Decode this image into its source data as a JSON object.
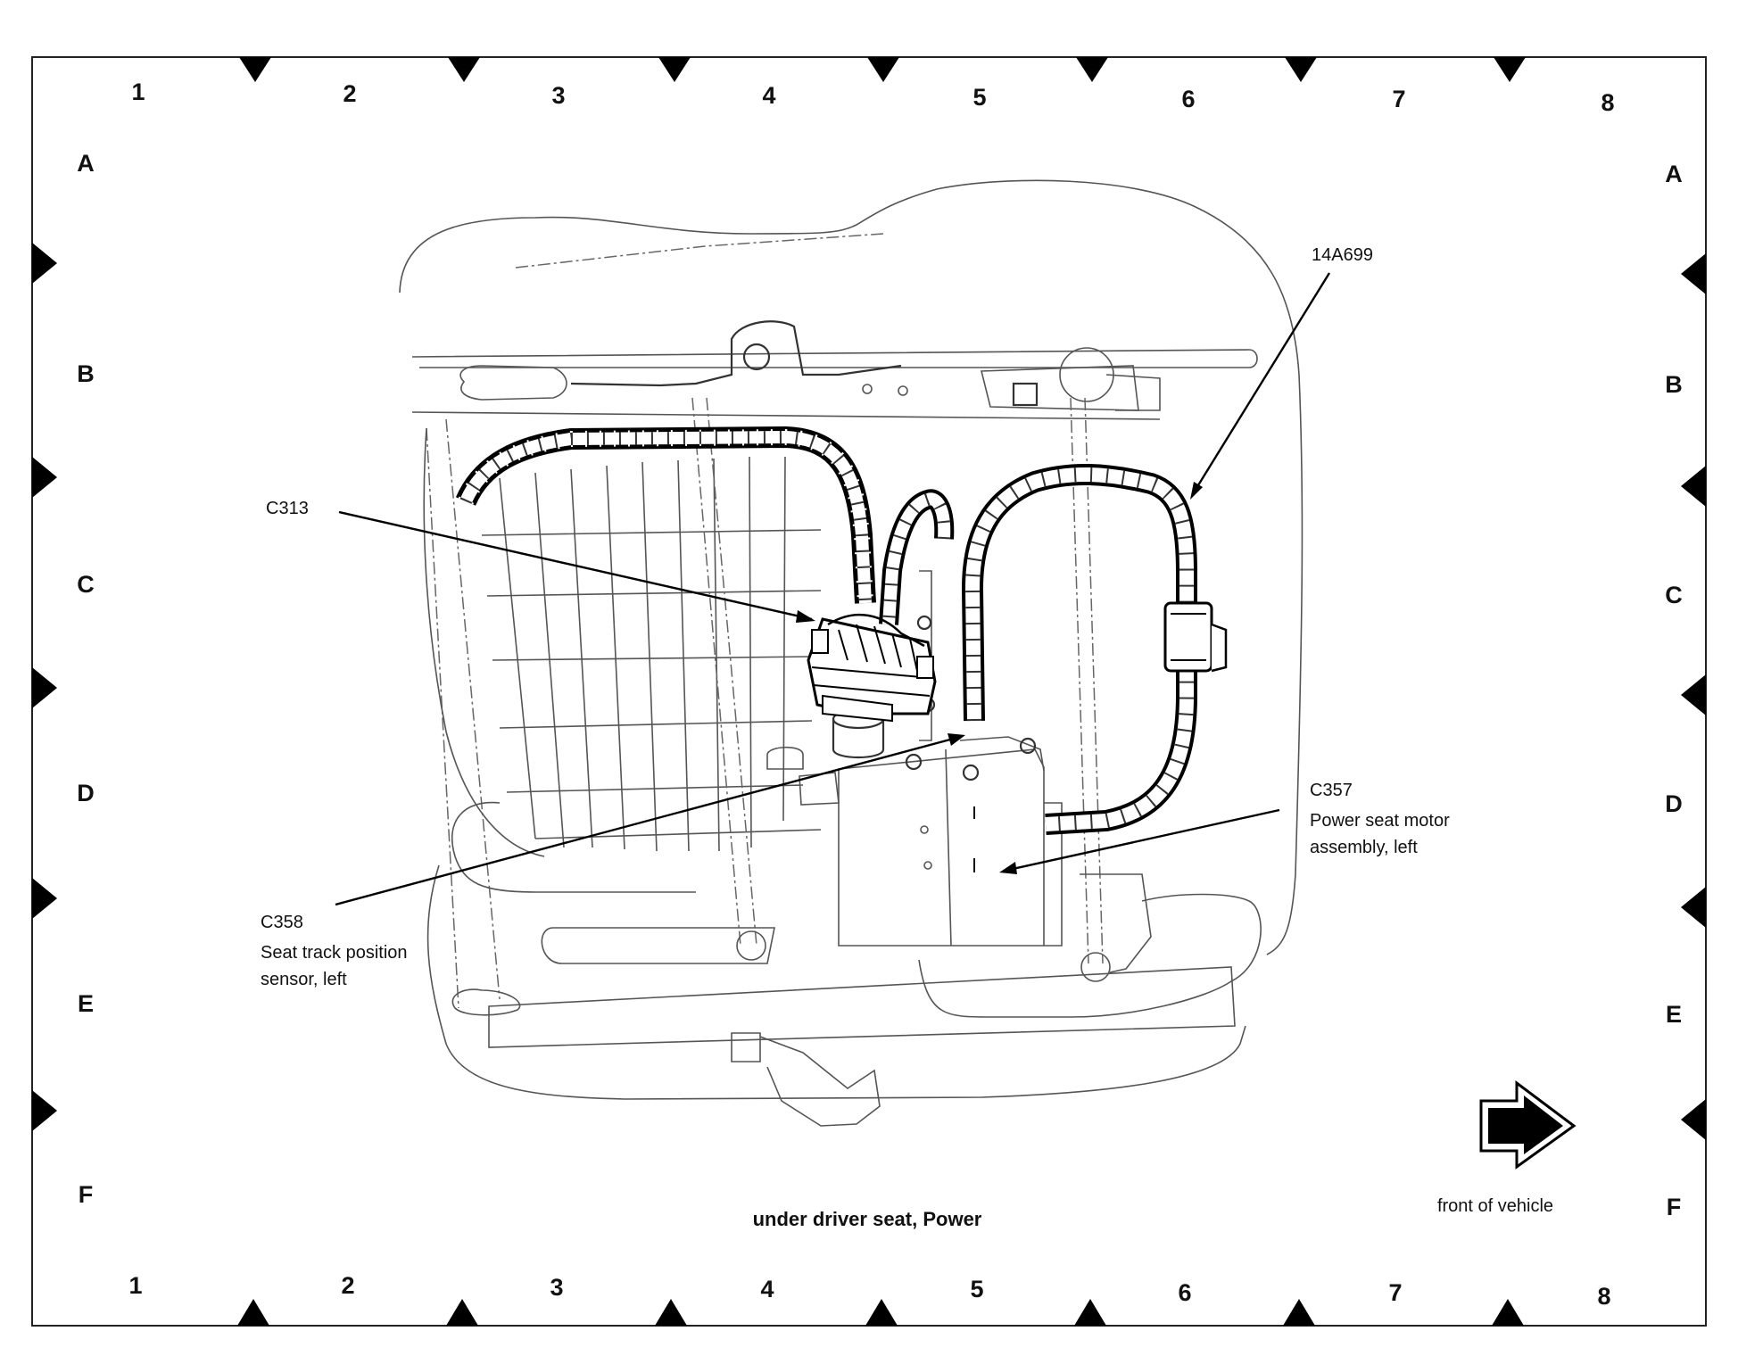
{
  "grid": {
    "columns": [
      "1",
      "2",
      "3",
      "4",
      "5",
      "6",
      "7",
      "8"
    ],
    "rows": [
      "A",
      "B",
      "C",
      "D",
      "E",
      "F"
    ]
  },
  "callouts": {
    "c313": {
      "id": "C313"
    },
    "harness": {
      "id": "14A699"
    },
    "c357": {
      "id": "C357",
      "line1": "Power seat motor",
      "line2": "assembly, left"
    },
    "c358": {
      "id": "C358",
      "line1": "Seat track position",
      "line2": "sensor, left"
    }
  },
  "caption": "under driver seat, Power",
  "orientation": {
    "label": "front of vehicle",
    "icon": "front-arrow-icon"
  }
}
